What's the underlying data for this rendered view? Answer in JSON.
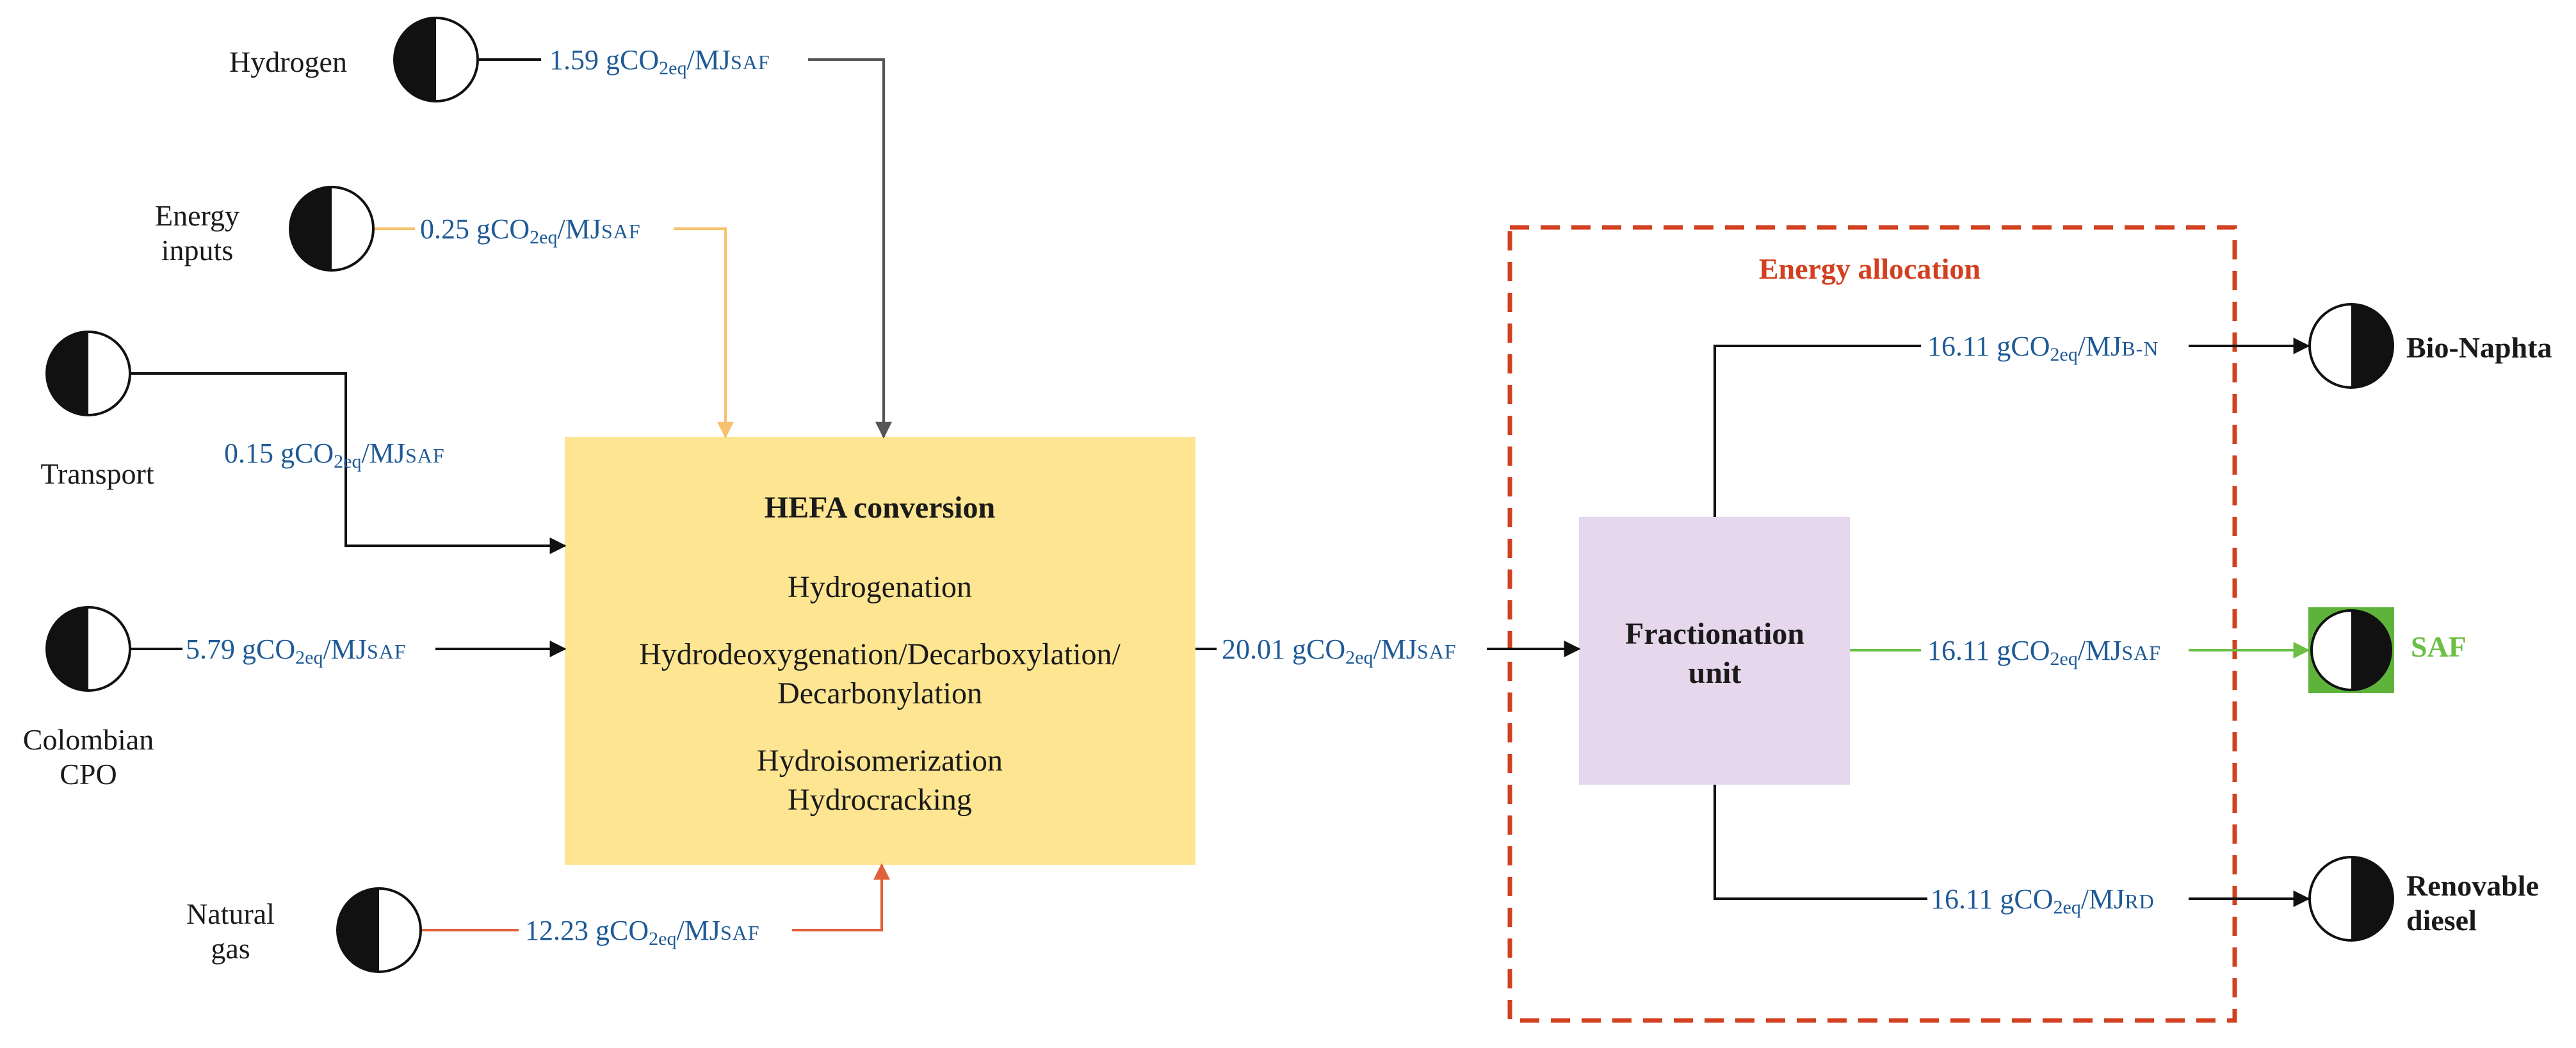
{
  "colors": {
    "flow_text": "#1e5a96",
    "hefa_fill": "#fde591",
    "fractionation_fill": "#e6d7ec",
    "alloc_border": "#d2401f",
    "energy_arrow": "#f7c26f",
    "gas_arrow": "#e0603a",
    "hydrogen_arrow": "#555555",
    "saf_green": "#6cbf45",
    "saf_box": "#5fb33a"
  },
  "icons": {
    "node": "half-filled-circle-icon"
  },
  "inputs": {
    "hydrogen": {
      "label": "Hydrogen",
      "flow": {
        "value": "1.59",
        "unit": " gCO",
        "sub": "2eq",
        "per": "/MJ",
        "tag": "SAF"
      }
    },
    "energy": {
      "label_lines": [
        "Energy",
        "inputs"
      ],
      "flow": {
        "value": "0.25",
        "unit": " gCO",
        "sub": "2eq",
        "per": "/MJ",
        "tag": "SAF"
      }
    },
    "transport": {
      "label": "Transport",
      "flow": {
        "value": "0.15",
        "unit": " gCO",
        "sub": "2eq",
        "per": "/MJ",
        "tag": "SAF"
      }
    },
    "cpo": {
      "label_lines": [
        "Colombian",
        "CPO"
      ],
      "flow": {
        "value": "5.79",
        "unit": " gCO",
        "sub": "2eq",
        "per": "/MJ",
        "tag": "SAF"
      }
    },
    "gas": {
      "label_lines": [
        "Natural",
        "gas"
      ],
      "flow": {
        "value": "12.23",
        "unit": " gCO",
        "sub": "2eq",
        "per": "/MJ",
        "tag": "SAF"
      }
    }
  },
  "hefa": {
    "title": "HEFA conversion",
    "lines": [
      "Hydrogenation",
      "Hydrodeoxygenation/Decarboxylation/",
      "Decarbonylation",
      "Hydroisomerization",
      "Hydrocracking"
    ]
  },
  "hefa_out": {
    "value": "20.01",
    "unit": " gCO",
    "sub": "2eq",
    "per": "/MJ",
    "tag": "SAF"
  },
  "allocation": {
    "title": "Energy allocation"
  },
  "fractionation": {
    "lines": [
      "Fractionation",
      "unit"
    ]
  },
  "outputs": {
    "naphtha": {
      "label": "Bio-Naphta",
      "flow": {
        "value": "16.11",
        "unit": " gCO",
        "sub": "2eq",
        "per": "/MJ",
        "tag": "B-N"
      }
    },
    "saf": {
      "label": "SAF",
      "flow": {
        "value": "16.11",
        "unit": " gCO",
        "sub": "2eq",
        "per": "/MJ",
        "tag": "SAF"
      }
    },
    "diesel": {
      "label_lines": [
        "Renovable",
        "diesel"
      ],
      "flow": {
        "value": "16.11",
        "unit": " gCO",
        "sub": "2eq",
        "per": "/MJ",
        "tag": "RD"
      }
    }
  }
}
